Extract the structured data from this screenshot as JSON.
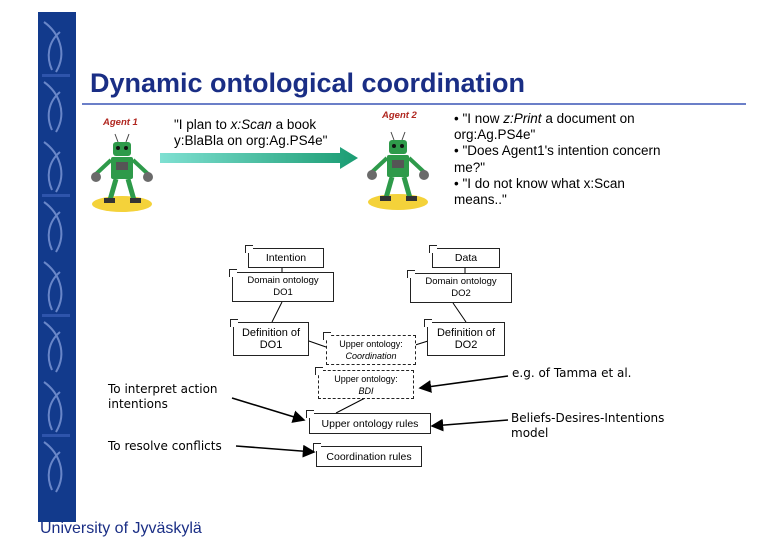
{
  "slide": {
    "title": "Dynamic ontological coordination",
    "footer": "University of Jyväskylä"
  },
  "agents": {
    "agent1_label": "Agent 1",
    "agent2_label": "Agent 2",
    "agent_icon": "robot-icon"
  },
  "agent1_speech": {
    "line1_prefix": "\"I plan to ",
    "line1_italic": "x:Scan",
    "line1_suffix": " a book",
    "line2": "y:BlaBla on org:Ag.PS4e\""
  },
  "agent2_speech": {
    "b1_prefix": "• \"I now ",
    "b1_italic": "z:Print",
    "b1_suffix": " a document on",
    "b1_line2": "org:Ag.PS4e\"",
    "b2_line1": "• \"Does Agent1's intention concern",
    "b2_line2": "me?\"",
    "b3_line1": "• \"I do not know what x:Scan",
    "b3_line2": "means..\""
  },
  "diagram": {
    "intention": "Intention",
    "data": "Data",
    "domain_do1_l1": "Domain ontology",
    "domain_do1_l2": "DO1",
    "domain_do2_l1": "Domain ontology",
    "domain_do2_l2": "DO2",
    "def_do1_l1": "Definition of",
    "def_do1_l2": "DO1",
    "def_do2_l1": "Definition of",
    "def_do2_l2": "DO2",
    "upper_coord_l1": "Upper ontology:",
    "upper_coord_l2": "Coordination",
    "upper_bdi_l1": "Upper ontology:",
    "upper_bdi_l2": "BDI",
    "upper_rules": "Upper ontology rules",
    "coord_rules": "Coordination rules"
  },
  "annotations": {
    "interpret_l1": "To interpret action",
    "interpret_l2": "intentions",
    "resolve": "To resolve conflicts",
    "tamma": "e.g. of Tamma et al.",
    "bdi_l1": "Beliefs-Desires-Intentions",
    "bdi_l2": "model"
  },
  "colors": {
    "title": "#1a2e85",
    "strip": "#123a8c",
    "agent_label": "#b0261f",
    "arrow_gradient_start": "#7fe0d2",
    "arrow_gradient_end": "#1a9c72"
  }
}
